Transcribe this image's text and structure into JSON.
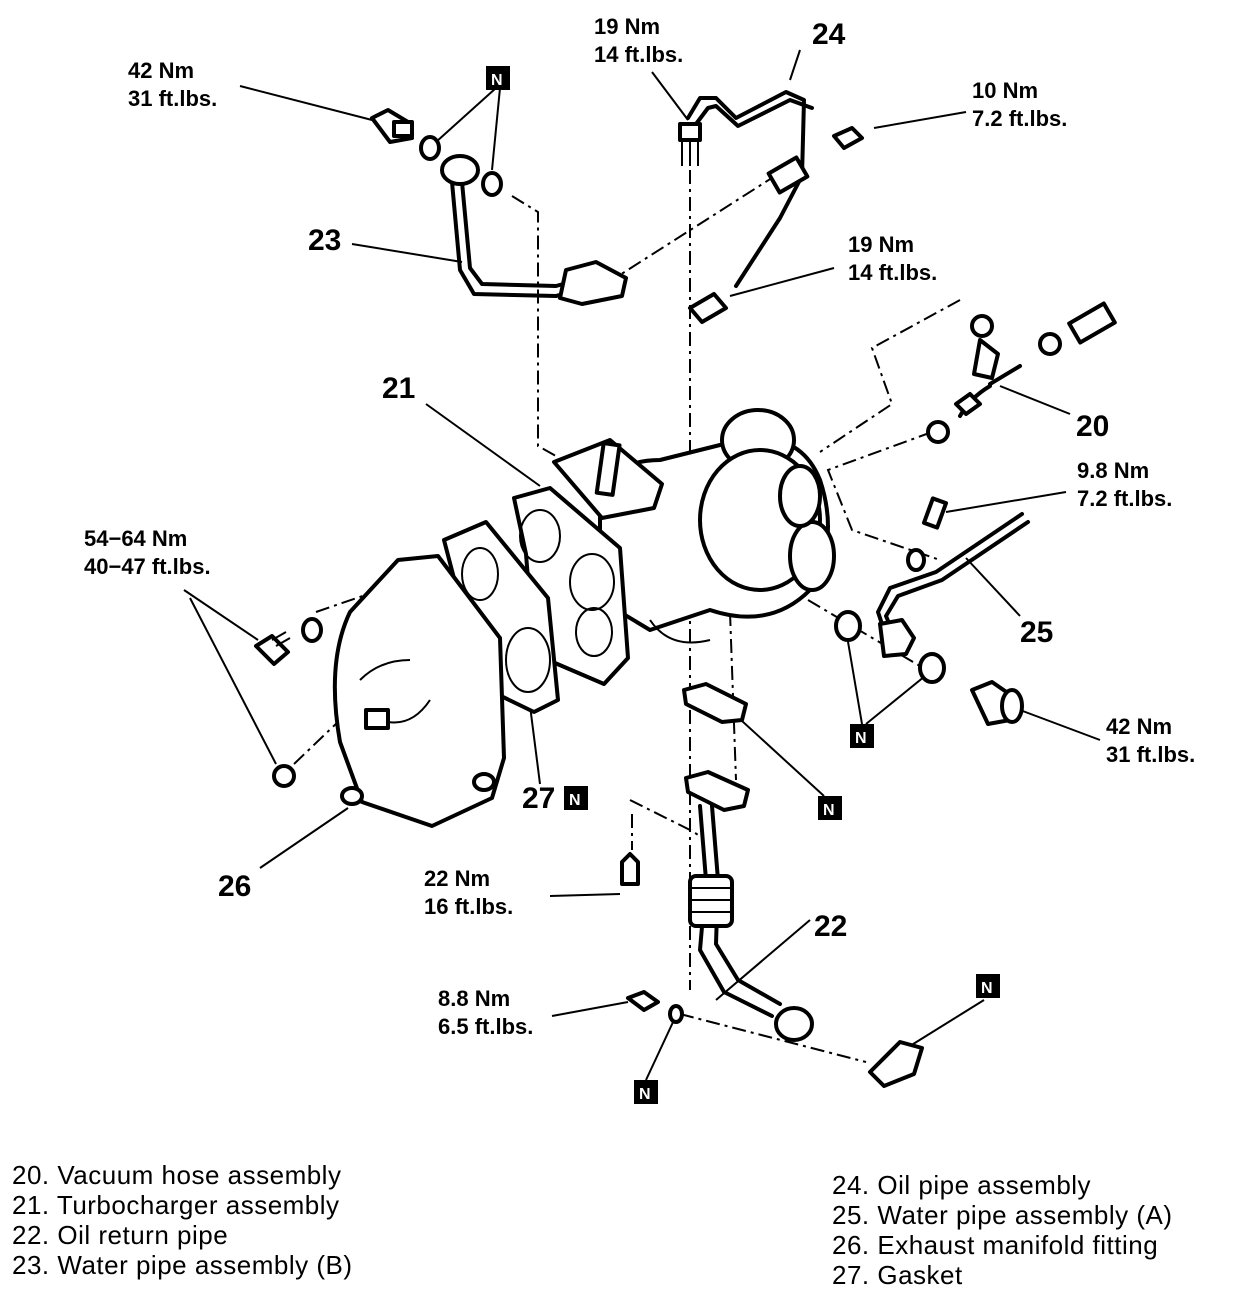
{
  "torque_specs": {
    "t42a": [
      "42 Nm",
      "31 ft.lbs."
    ],
    "t19a": [
      "19 Nm",
      "14 ft.lbs."
    ],
    "t10": [
      "10 Nm",
      "7.2 ft.lbs."
    ],
    "t19b": [
      "19 Nm",
      "14 ft.lbs."
    ],
    "t98": [
      "9.8 Nm",
      "7.2 ft.lbs."
    ],
    "t5464": [
      "54−64 Nm",
      "40−47 ft.lbs."
    ],
    "t42b": [
      "42 Nm",
      "31 ft.lbs."
    ],
    "t22": [
      "22 Nm",
      "16 ft.lbs."
    ],
    "t88": [
      "8.8 Nm",
      "6.5 ft.lbs."
    ]
  },
  "callouts": {
    "c20": "20",
    "c21": "21",
    "c22": "22",
    "c23": "23",
    "c24": "24",
    "c25": "25",
    "c26": "26",
    "c27": "27"
  },
  "badge_letter": "N",
  "legend": {
    "left": [
      "20. Vacuum hose assembly",
      "21. Turbocharger assembly",
      "22. Oil return pipe",
      "23. Water pipe assembly (B)"
    ],
    "right": [
      "24. Oil pipe assembly",
      "25. Water pipe assembly (A)",
      "26. Exhaust manifold fitting",
      "27. Gasket"
    ]
  }
}
